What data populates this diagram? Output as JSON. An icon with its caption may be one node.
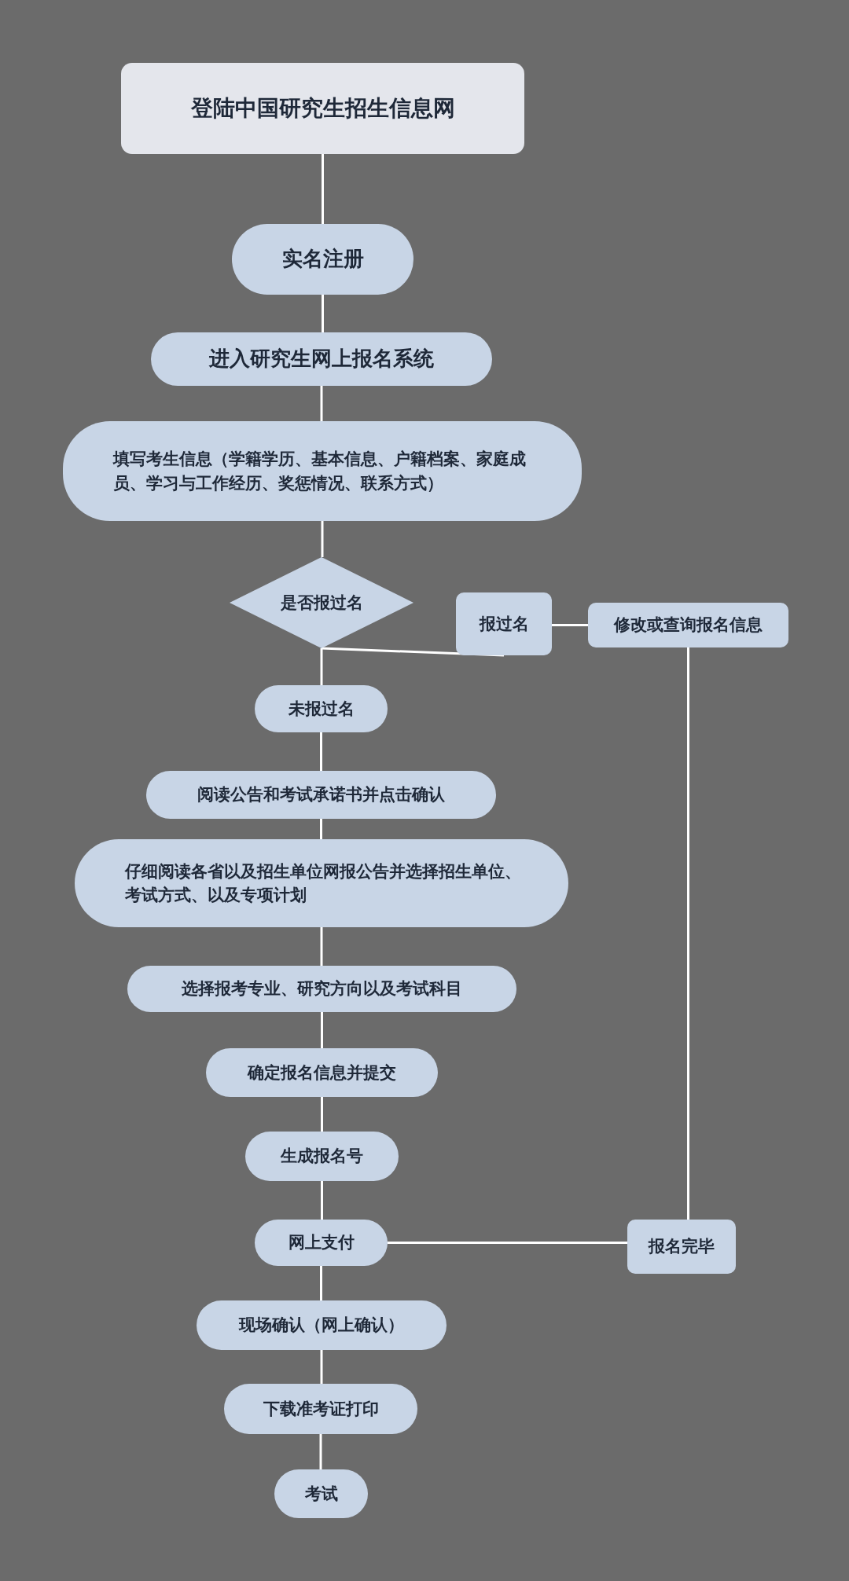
{
  "diagram": {
    "nodes": [
      {
        "text": [
          "登陆中国研究生招生信息网"
        ]
      },
      {
        "text": [
          "实名注册"
        ]
      },
      {
        "text": [
          "进入研究生网上报名系统"
        ]
      },
      {
        "text": [
          "填写考生信息（学籍学历、基本信息、户籍档案、家庭成员、学习与工作经历、奖惩情况、联系方式）"
        ]
      },
      {
        "text": [
          "是否报过名"
        ]
      },
      {
        "text": [
          "报过名"
        ]
      },
      {
        "text": [
          "修改或查询报名信息"
        ]
      },
      {
        "text": [
          "未报过名"
        ]
      },
      {
        "text": [
          "阅读公告和考试承诺书并点击确认"
        ]
      },
      {
        "text": [
          "仔细阅读各省以及招生单位网报公告并选择招生单位、考试方式、以及专项计划"
        ]
      },
      {
        "text": [
          "选择报考专业、研究方向以及考试科目"
        ]
      },
      {
        "text": [
          "确定报名信息并提交"
        ]
      },
      {
        "text": [
          "生成报名号"
        ]
      },
      {
        "text": [
          "网上支付"
        ]
      },
      {
        "text": [
          "报名完毕"
        ]
      },
      {
        "text": [
          "现场确认（网上确认）"
        ]
      },
      {
        "text": [
          "下载准考证打印"
        ]
      },
      {
        "text": [
          "考试"
        ]
      }
    ],
    "edges": [
      {
        "from": 0,
        "to": 1,
        "arrow": "none"
      },
      {
        "from": 1,
        "to": 2,
        "arrow": "none"
      },
      {
        "from": 2,
        "to": 3,
        "arrow": "none"
      },
      {
        "from": 3,
        "to": 4,
        "arrow": "none"
      },
      {
        "from": 4,
        "to": 5,
        "arrow": "none"
      },
      {
        "from": 5,
        "to": 6,
        "arrow": "none"
      },
      {
        "from": 4,
        "to": 7,
        "arrow": "none"
      },
      {
        "from": 7,
        "to": 8,
        "arrow": "none"
      },
      {
        "from": 8,
        "to": 9,
        "arrow": "none"
      },
      {
        "from": 9,
        "to": 10,
        "arrow": "none"
      },
      {
        "from": 10,
        "to": 11,
        "arrow": "none"
      },
      {
        "from": 11,
        "to": 12,
        "arrow": "none"
      },
      {
        "from": 12,
        "to": 13,
        "arrow": "none"
      },
      {
        "from": 6,
        "to": 14,
        "arrow": "none"
      },
      {
        "from": 13,
        "to": 14,
        "arrow": "none"
      },
      {
        "from": 13,
        "to": 15,
        "arrow": "none"
      },
      {
        "from": 15,
        "to": 16,
        "arrow": "none"
      },
      {
        "from": 16,
        "to": 17,
        "arrow": "none"
      }
    ]
  }
}
